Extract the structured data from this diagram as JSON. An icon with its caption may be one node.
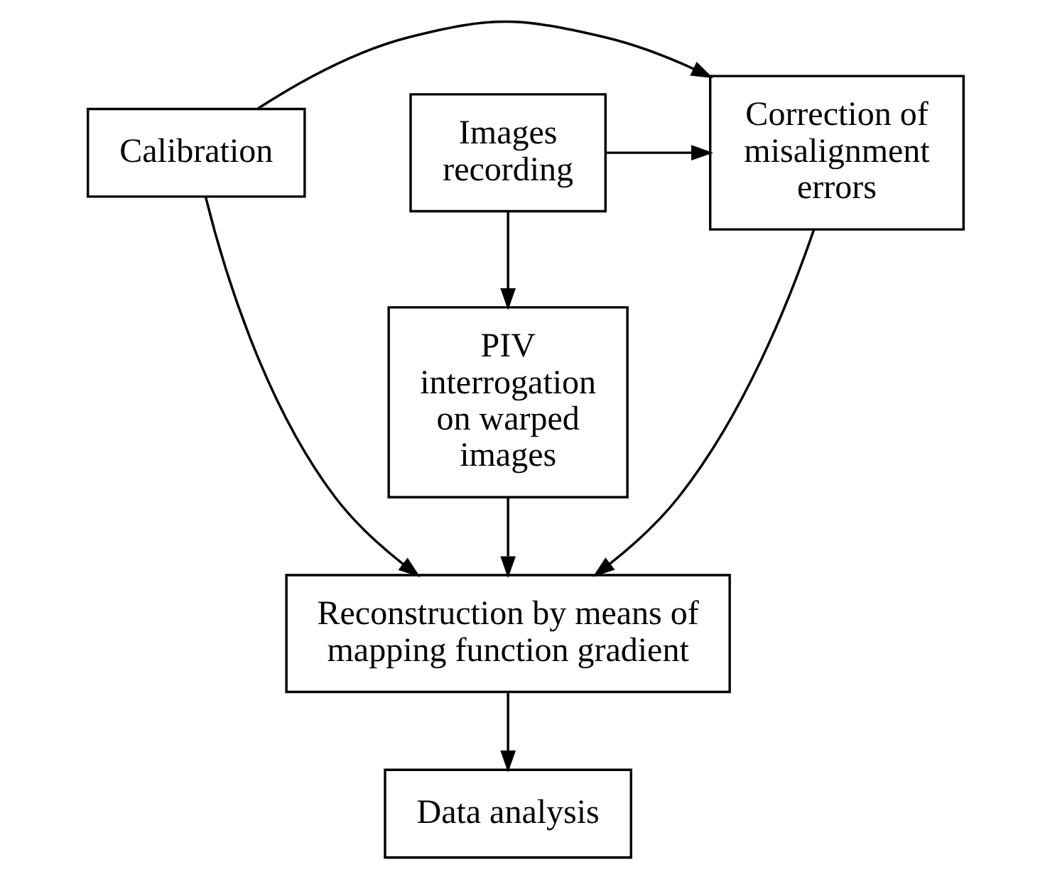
{
  "diagram": {
    "nodes": [
      {
        "text": [
          "Calibration"
        ]
      },
      {
        "text": [
          "Images recording"
        ]
      },
      {
        "text": [
          "Correction of misalignment errors"
        ]
      },
      {
        "text": [
          "PIV interrogation on warped images"
        ]
      },
      {
        "text": [
          "Reconstruction by means of mapping function gradient"
        ]
      },
      {
        "text": [
          "Data analysis"
        ]
      }
    ],
    "edges": [
      {
        "from": 0,
        "to": 2,
        "arrow": "to"
      },
      {
        "from": 1,
        "to": 2,
        "arrow": "to"
      },
      {
        "from": 1,
        "to": 3,
        "arrow": "to"
      },
      {
        "from": 3,
        "to": 4,
        "arrow": "to"
      },
      {
        "from": 0,
        "to": 4,
        "arrow": "to"
      },
      {
        "from": 2,
        "to": 4,
        "arrow": "to"
      },
      {
        "from": 4,
        "to": 5,
        "arrow": "to"
      }
    ]
  }
}
